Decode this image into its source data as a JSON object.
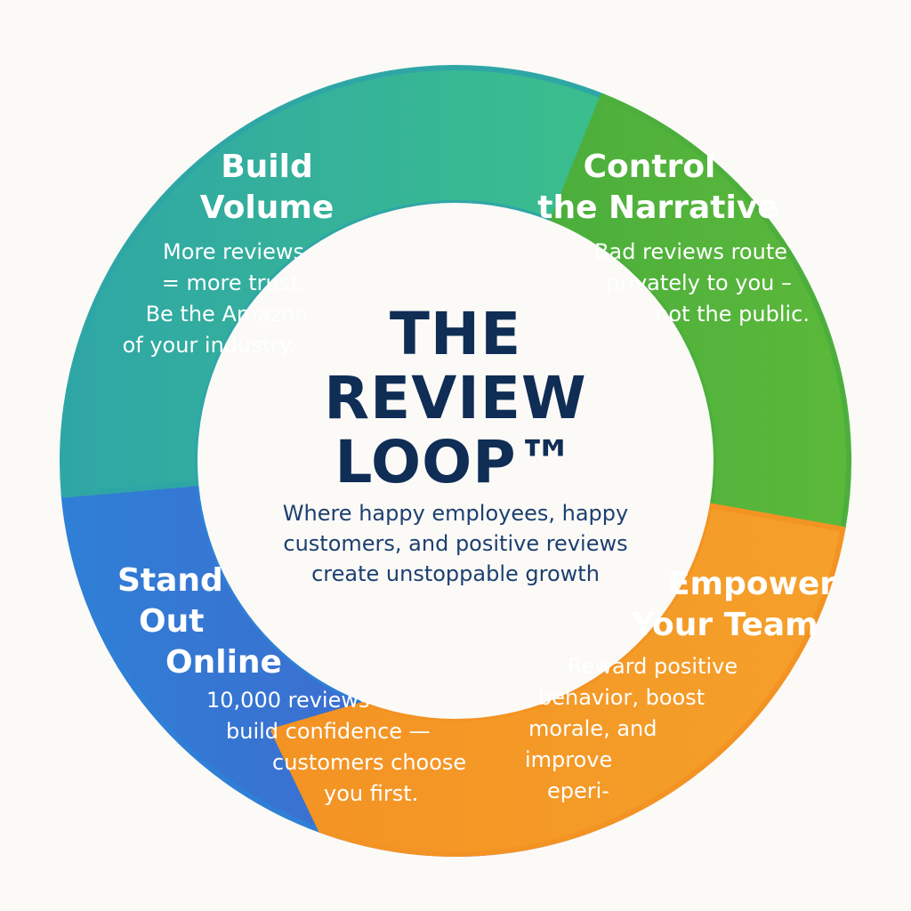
{
  "title": [
    "THE",
    "REVIEW",
    "LOOP™"
  ],
  "subtitle": [
    "Where happy employees, happy",
    "customers, and positive reviews",
    "create unstoppable growth"
  ],
  "segments": [
    {
      "id": "build-volume",
      "color": "#2fa6a6",
      "color2": "#3cc08a",
      "heading": [
        "Build",
        "Volume"
      ],
      "body": [
        "More reviews",
        "= more trust,",
        "Be the Amazon",
        "of your industry."
      ]
    },
    {
      "id": "control-narrative",
      "color": "#4caf3c",
      "color2": "#5bb83a",
      "heading": [
        "Control",
        "the Narrative"
      ],
      "body": [
        "Bad reviews route",
        "privately to you –",
        "not the public."
      ]
    },
    {
      "id": "empower-team",
      "color": "#f39324",
      "color2": "#f5a02a",
      "heading": [
        "Empower",
        "Your Team"
      ],
      "body": [
        "Reward positive",
        "behavior, boost",
        "morale, and",
        "improve",
        "eperi-"
      ]
    },
    {
      "id": "connector",
      "color": "#8a4fc6",
      "color2": "#7a55d0",
      "heading": [],
      "body": []
    },
    {
      "id": "stand-out-online",
      "color": "#2f7fd6",
      "color2": "#3c6ed0",
      "heading": [
        "Stand",
        "Out",
        "Online"
      ],
      "body": [
        "10,000 reviews",
        "build confidence —",
        "customers choose",
        "you first."
      ]
    }
  ]
}
